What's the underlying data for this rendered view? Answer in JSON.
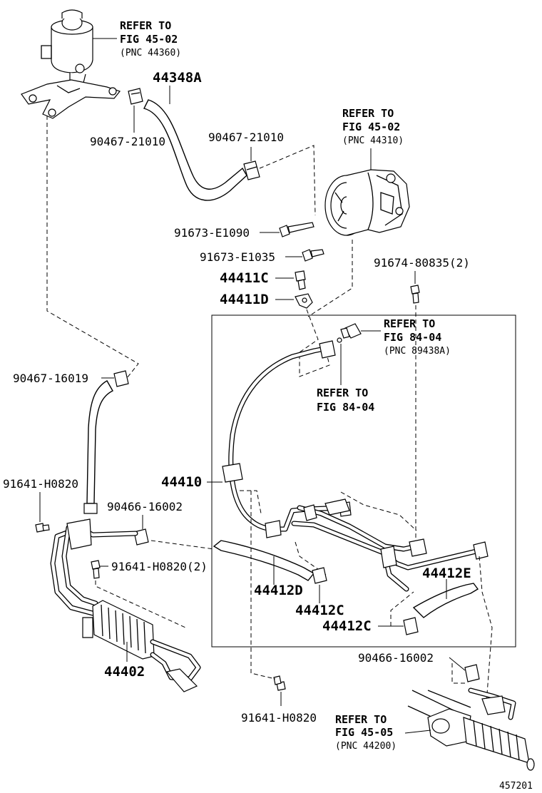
{
  "labels": {
    "ref_4502_reservoir": [
      "REFER TO",
      "FIG 45-02",
      "(PNC 44360)"
    ],
    "p44348a": "44348A",
    "p90467_21010_a": "90467-21010",
    "p90467_21010_b": "90467-21010",
    "ref_4502_pump": [
      "REFER TO",
      "FIG 45-02",
      "(PNC 44310)"
    ],
    "p91673_e1090": "91673-E1090",
    "p91673_e1035": "91673-E1035",
    "p44411c": "44411C",
    "p44411d": "44411D",
    "p91674_80835": "91674-80835(2)",
    "ref_8404_sensor": [
      "REFER TO",
      "FIG 84-04",
      "(PNC 89438A)"
    ],
    "ref_8404_b": [
      "REFER TO",
      "FIG 84-04"
    ],
    "p90467_16019": "90467-16019",
    "p44410": "44410",
    "p91641_h0820_a": "91641-H0820",
    "p90466_16002_a": "90466-16002",
    "p91641_h0820_2": "91641-H0820(2)",
    "p44412e": "44412E",
    "p44412d": "44412D",
    "p44412c_a": "44412C",
    "p44412c_b": "44412C",
    "p44402": "44402",
    "p90466_16002_b": "90466-16002",
    "p91641_h0820_b": "91641-H0820",
    "ref_4505_rack": [
      "REFER TO",
      "FIG 45-05",
      "(PNC 44200)"
    ],
    "diagram_number": "457201"
  }
}
